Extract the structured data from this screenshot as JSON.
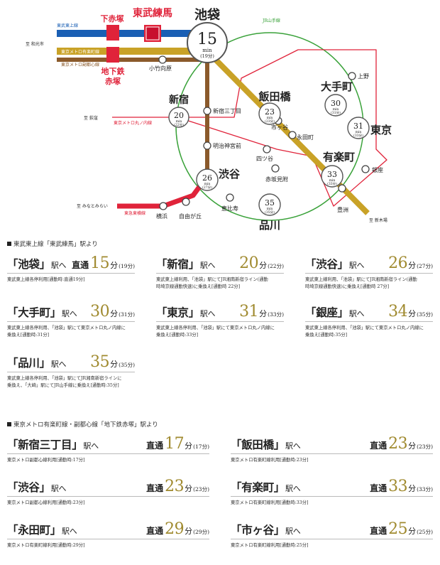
{
  "map": {
    "ikebukuro": {
      "name": "池袋",
      "minutes": "15",
      "min_label": "min",
      "peak": "(19分)"
    },
    "hubs": [
      {
        "id": "shinjuku",
        "name": "新宿",
        "minutes": "20",
        "peak": "(22分)"
      },
      {
        "id": "iidabashi",
        "name": "飯田橋",
        "minutes": "23",
        "peak": "(23分)"
      },
      {
        "id": "otemachi",
        "name": "大手町",
        "minutes": "30",
        "peak": "(31分)"
      },
      {
        "id": "tokyo",
        "name": "東京",
        "minutes": "31",
        "peak": "(33分)"
      },
      {
        "id": "yurakucho",
        "name": "有楽町",
        "minutes": "33",
        "peak": "(33分)"
      },
      {
        "id": "shibuya",
        "name": "渋谷",
        "minutes": "26",
        "peak": "(27分)"
      },
      {
        "id": "shinagawa",
        "name": "品川",
        "minutes": "35",
        "peak": "(35分)"
      }
    ],
    "home_stations": [
      {
        "id": "shimo-akatsuka",
        "name": "下赤塚"
      },
      {
        "id": "tobu-nerima",
        "name": "東武練馬"
      },
      {
        "id": "chikatetsu-akatsuka",
        "name": "地下鉄\n赤塚"
      }
    ],
    "small_stations": [
      {
        "id": "kotake-mukaihara",
        "name": "小竹向原"
      },
      {
        "id": "shinjuku-sanchome",
        "name": "新宿三丁目"
      },
      {
        "id": "meiji-jingumae",
        "name": "明治神宮前"
      },
      {
        "id": "ichigaya",
        "name": "市ヶ谷"
      },
      {
        "id": "nagatacho",
        "name": "永田町"
      },
      {
        "id": "yotsuya",
        "name": "四ツ谷"
      },
      {
        "id": "akasaka-mitsuke",
        "name": "赤坂見附"
      },
      {
        "id": "ueno",
        "name": "上野"
      },
      {
        "id": "ginza",
        "name": "銀座"
      },
      {
        "id": "toyosu",
        "name": "豊洲"
      },
      {
        "id": "ebisu",
        "name": "恵比寿"
      },
      {
        "id": "yokohama",
        "name": "横浜"
      },
      {
        "id": "jiyugaoka",
        "name": "自由が丘"
      }
    ],
    "lines": [
      {
        "id": "tobu-tojo",
        "name": "東武東上線",
        "color": "#1a5fb4"
      },
      {
        "id": "yurakucho-line",
        "name": "東京メトロ有楽町線",
        "color": "#c9a227"
      },
      {
        "id": "fukutoshin-line",
        "name": "東京メトロ副都心線",
        "color": "#8b5a2b"
      },
      {
        "id": "marunouchi-line",
        "name": "東京メトロ丸ノ内線",
        "color": "#e0233a"
      },
      {
        "id": "toyoko-line",
        "name": "東急東横線",
        "color": "#e0233a"
      },
      {
        "id": "yamanote-line",
        "name": "JR山手線",
        "color": "#3aa23a"
      }
    ],
    "directions": [
      {
        "id": "to-wakoshi",
        "name": "至 和光市"
      },
      {
        "id": "to-ogikubo",
        "name": "至 荻窪"
      },
      {
        "id": "to-minatomirai",
        "name": "至 みなとみらい"
      },
      {
        "id": "to-shinkiba",
        "name": "至 新木場"
      }
    ]
  },
  "section1": {
    "title": "東武東上線「東武練馬」駅より",
    "items": [
      {
        "station": "「池袋」",
        "eki": "駅へ",
        "prefix": "直通",
        "minutes": "15",
        "unit": "分",
        "peak": "(19分)",
        "note": "東武東上線各停利用[通勤時:直通19分]"
      },
      {
        "station": "「新宿」",
        "eki": "駅へ",
        "prefix": "",
        "minutes": "20",
        "unit": "分",
        "peak": "(22分)",
        "note": "東武東上線利用、「池袋」駅にてJR湘南新宿ライン(通勤\n時埼京線通勤快速)に乗換え[通勤時 22分]"
      },
      {
        "station": "「渋谷」",
        "eki": "駅へ",
        "prefix": "",
        "minutes": "26",
        "unit": "分",
        "peak": "(27分)",
        "note": "東武東上線利用、「池袋」駅にてJR湘南新宿ライン(通勤\n時埼京線通勤快速)に乗換え[通勤時 27分]"
      },
      {
        "station": "「大手町」",
        "eki": "駅へ",
        "prefix": "",
        "minutes": "30",
        "unit": "分",
        "peak": "(31分)",
        "note": "東武東上線各停利用、「池袋」駅にて東京メトロ丸ノ内線に\n乗換え[通勤時:31分]"
      },
      {
        "station": "「東京」",
        "eki": "駅へ",
        "prefix": "",
        "minutes": "31",
        "unit": "分",
        "peak": "(33分)",
        "note": "東武東上線各停利用、「池袋」駅にて東京メトロ丸ノ内線に\n乗換え[通勤時:33分]"
      },
      {
        "station": "「銀座」",
        "eki": "駅へ",
        "prefix": "",
        "minutes": "34",
        "unit": "分",
        "peak": "(35分)",
        "note": "東武東上線各停利用、「池袋」駅にて東京メトロ丸ノ内線に\n乗換え[通勤時:35分]"
      },
      {
        "station": "「品川」",
        "eki": "駅へ",
        "prefix": "",
        "minutes": "35",
        "unit": "分",
        "peak": "(35分)",
        "note": "東武東上線各停利用、「池袋」駅にてJR湘南新宿ラインに\n乗換え、「大崎」駅にてJR山手線に乗換え[通勤時:35分]"
      }
    ]
  },
  "section2": {
    "title": "東京メトロ有楽町線・副都心線「地下鉄赤塚」駅より",
    "items": [
      {
        "station": "「新宿三丁目」",
        "eki": "駅へ",
        "prefix": "直通",
        "minutes": "17",
        "unit": "分",
        "peak": "(17分)",
        "note": "東京メトロ副都心線利用[通勤時:17分]"
      },
      {
        "station": "「飯田橋」",
        "eki": "駅へ",
        "prefix": "直通",
        "minutes": "23",
        "unit": "分",
        "peak": "(23分)",
        "note": "東京メトロ有楽町線利用[通勤時:23分]"
      },
      {
        "station": "「渋谷」",
        "eki": "駅へ",
        "prefix": "直通",
        "minutes": "23",
        "unit": "分",
        "peak": "(23分)",
        "note": "東京メトロ副都心線利用[通勤時:23分]"
      },
      {
        "station": "「有楽町」",
        "eki": "駅へ",
        "prefix": "直通",
        "minutes": "33",
        "unit": "分",
        "peak": "(33分)",
        "note": "東京メトロ有楽町線利用[通勤時:33分]"
      },
      {
        "station": "「永田町」",
        "eki": "駅へ",
        "prefix": "直通",
        "minutes": "29",
        "unit": "分",
        "peak": "(29分)",
        "note": "東京メトロ有楽町線利用[通勤時:29分]"
      },
      {
        "station": "「市ヶ谷」",
        "eki": "駅へ",
        "prefix": "直通",
        "minutes": "25",
        "unit": "分",
        "peak": "(25分)",
        "note": "東京メトロ有楽町線利用[通勤時:25分]"
      }
    ]
  }
}
